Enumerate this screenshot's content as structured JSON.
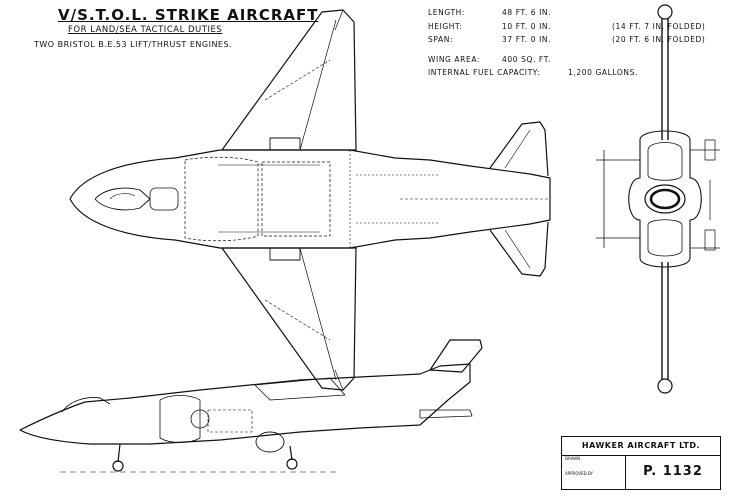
{
  "header": {
    "title": "V/S.T.O.L. STRIKE AIRCRAFT",
    "subtitle": "FOR LAND/SEA TACTICAL DUTIES",
    "engines": "TWO BRISTOL B.E.53 LIFT/THRUST ENGINES."
  },
  "specs": {
    "length_label": "LENGTH:",
    "length_value": "48 FT. 6 IN.",
    "height_label": "HEIGHT:",
    "height_value": "10 FT. 0 IN.",
    "height_note": "(14 FT. 7 IN. FOLDED)",
    "span_label": "SPAN:",
    "span_value": "37 FT. 0 IN.",
    "span_note": "(20 FT. 6 IN. FOLDED)",
    "wing_area_label": "WING AREA:",
    "wing_area_value": "400 SQ. FT.",
    "fuel_label": "INTERNAL FUEL CAPACITY:",
    "fuel_value": "1,200 GALLONS."
  },
  "title_block": {
    "company": "HAWKER AIRCRAFT LTD.",
    "drawn_label": "DRAWN",
    "approved_label": "APPROVED BY",
    "drawing_number": "P. 1132"
  },
  "colors": {
    "ink": "#111111",
    "paper": "#ffffff"
  }
}
